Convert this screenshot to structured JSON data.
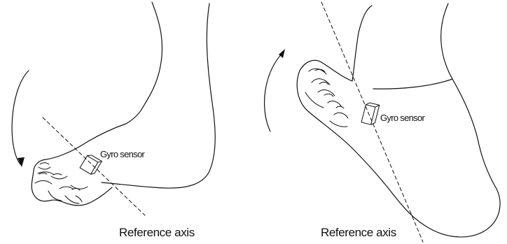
{
  "left_panel": {
    "sensor_label": "Gyro sensor",
    "axis_label": "Reference axis"
  },
  "right_panel": {
    "sensor_label": "Gyro sensor",
    "axis_label": "Reference axis"
  }
}
